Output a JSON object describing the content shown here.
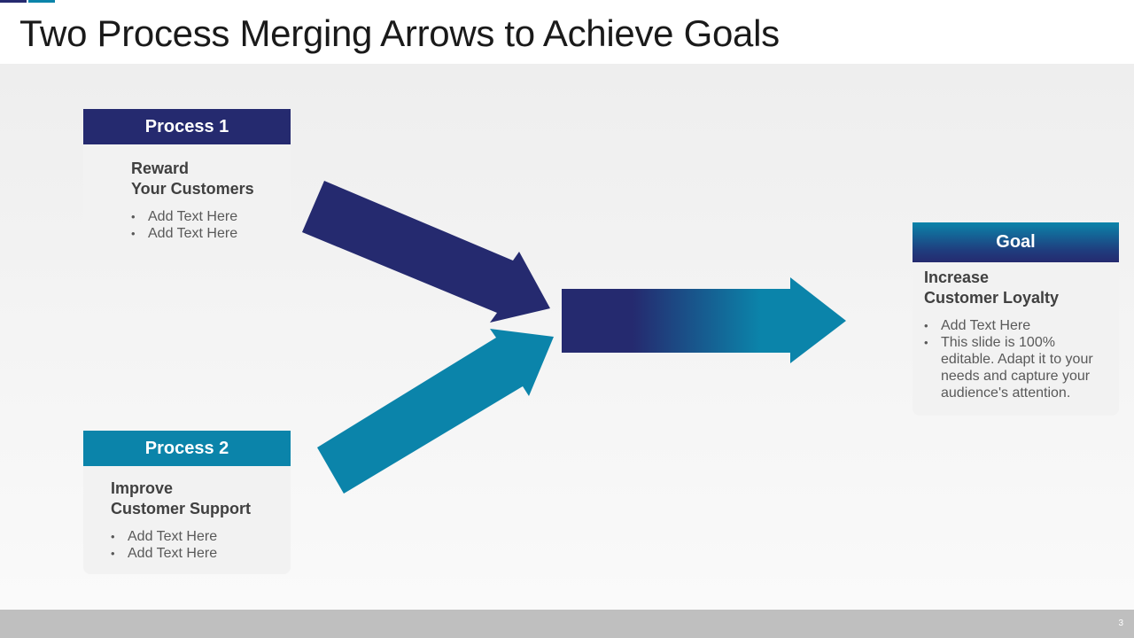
{
  "slide": {
    "title": "Two Process Merging Arrows to Achieve Goals",
    "page_number": "3"
  },
  "process1": {
    "header": "Process 1",
    "heading_line1": "Reward",
    "heading_line2": "Your Customers",
    "bullets": [
      "Add Text Here",
      "Add Text Here"
    ],
    "color": "#252a6f"
  },
  "process2": {
    "header": "Process 2",
    "heading_line1": "Improve",
    "heading_line2": "Customer Support",
    "bullets": [
      "Add Text Here",
      "Add Text Here"
    ],
    "color": "#0b84aa"
  },
  "goal": {
    "header": "Goal",
    "heading_line1": "Increase",
    "heading_line2": "Customer Loyalty",
    "bullets": [
      "Add Text Here",
      "This slide is 100% editable. Adapt it to your needs and capture your audience's attention."
    ]
  },
  "colors": {
    "navy": "#252a6f",
    "teal": "#0b84aa",
    "footer": "#bfbfbf"
  }
}
